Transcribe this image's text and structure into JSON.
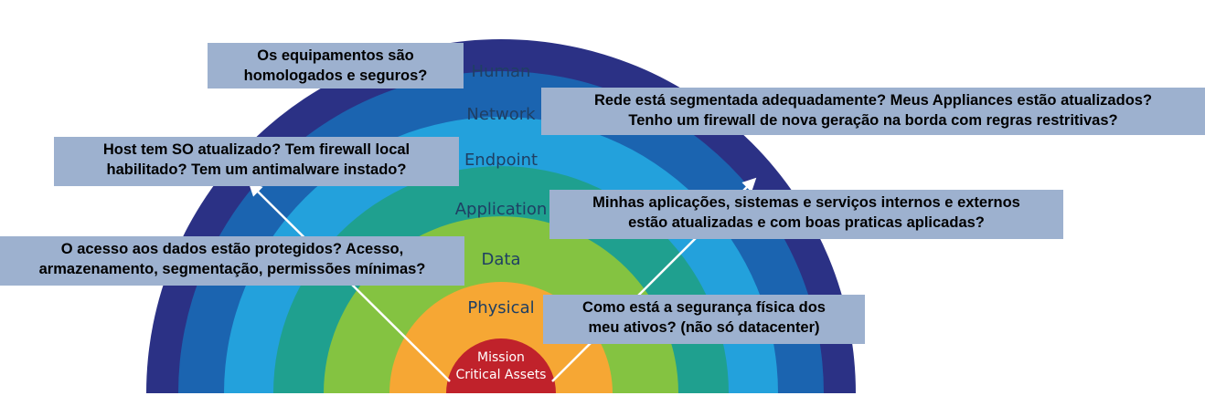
{
  "colors": {
    "human": "#2b3185",
    "network": "#1b64b0",
    "endpoint": "#23a1dc",
    "application": "#1fa08f",
    "data": "#84c341",
    "physical": "#f6a734",
    "core": "#c0222b",
    "callout_bg": "#9db1cf",
    "arrow": "#ffffff"
  },
  "layers": [
    {
      "key": "human",
      "label": "Human"
    },
    {
      "key": "network",
      "label": "Network"
    },
    {
      "key": "endpoint",
      "label": "Endpoint"
    },
    {
      "key": "application",
      "label": "Application"
    },
    {
      "key": "data",
      "label": "Data"
    },
    {
      "key": "physical",
      "label": "Physical"
    }
  ],
  "core": {
    "line1": "Mission",
    "line2": "Critical Assets"
  },
  "callouts": {
    "human": {
      "line1": "Os equipamentos são",
      "line2": "homologados e seguros?"
    },
    "network": {
      "line1": "Rede está segmentada adequadamente? Meus Appliances estão atualizados?",
      "line2": "Tenho um firewall de nova geração na borda com regras restritivas?"
    },
    "endpoint": {
      "line1": "Host tem SO atualizado? Tem firewall local",
      "line2": "habilitado? Tem um antimalware instado?"
    },
    "application": {
      "line1": "Minhas aplicações, sistemas e serviços internos e externos",
      "line2": "estão atualizadas e com boas praticas aplicadas?"
    },
    "data": {
      "line1": "O acesso aos dados estão protegidos? Acesso,",
      "line2": "armazenamento, segmentação, permissões mínimas?"
    },
    "physical": {
      "line1": "Como está a segurança física dos",
      "line2": "meu ativos? (não só datacenter)"
    }
  }
}
